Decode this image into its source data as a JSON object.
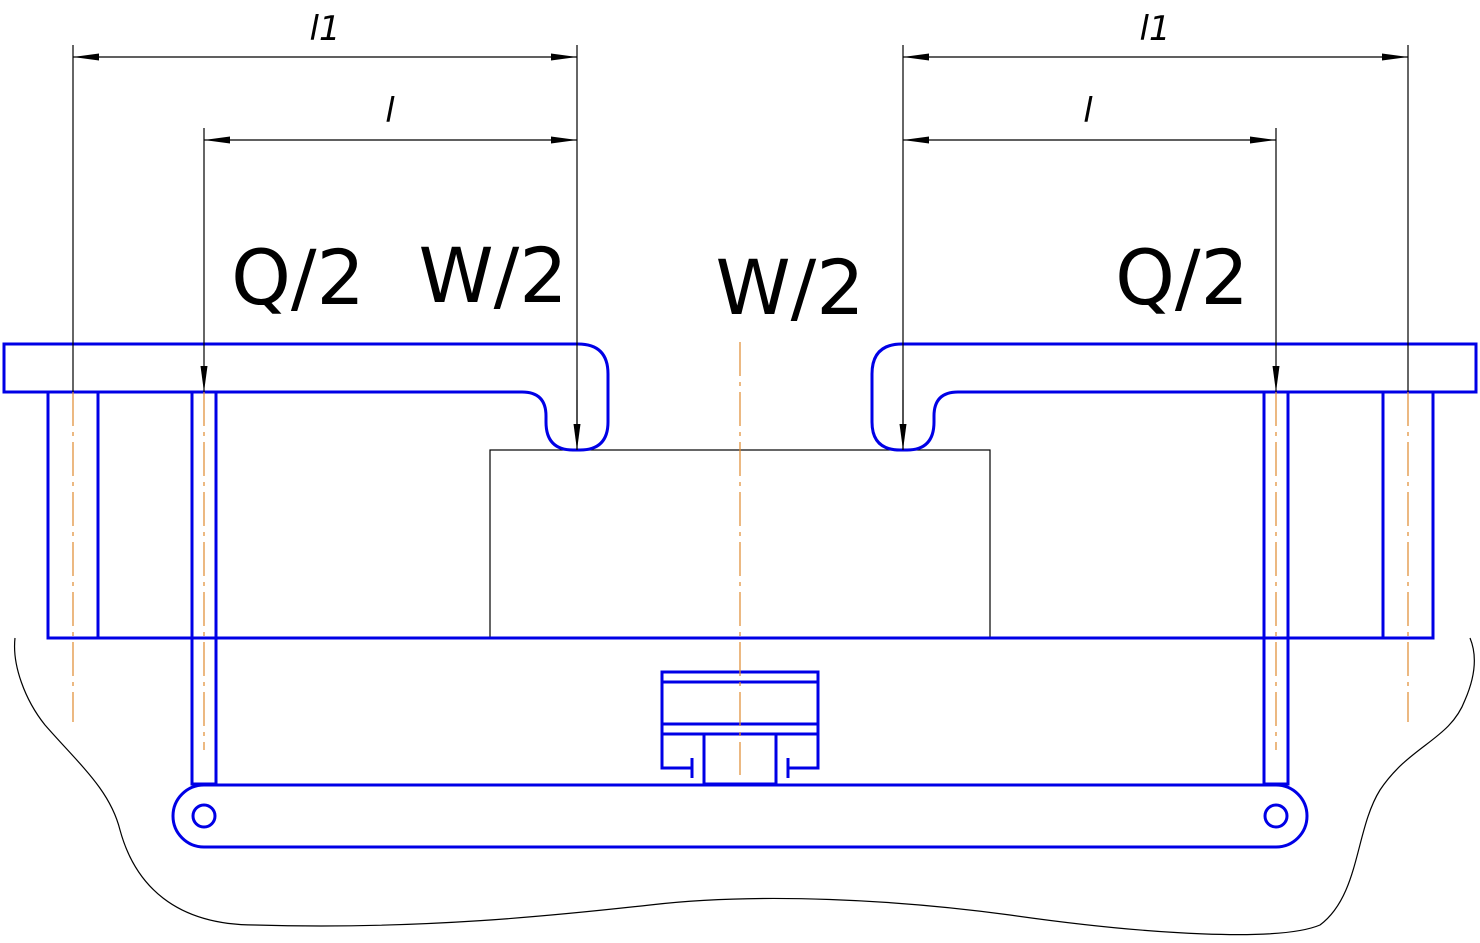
{
  "labels": {
    "left_l1": "l1",
    "left_l": "l",
    "right_l1": "l1",
    "right_l": "l",
    "left_q": "Q/2",
    "left_w": "W/2",
    "center_w": "W/2",
    "right_q": "Q/2"
  },
  "colors": {
    "structure": "#0000e6",
    "centerline": "#e08a2e",
    "outline": "#000000"
  }
}
